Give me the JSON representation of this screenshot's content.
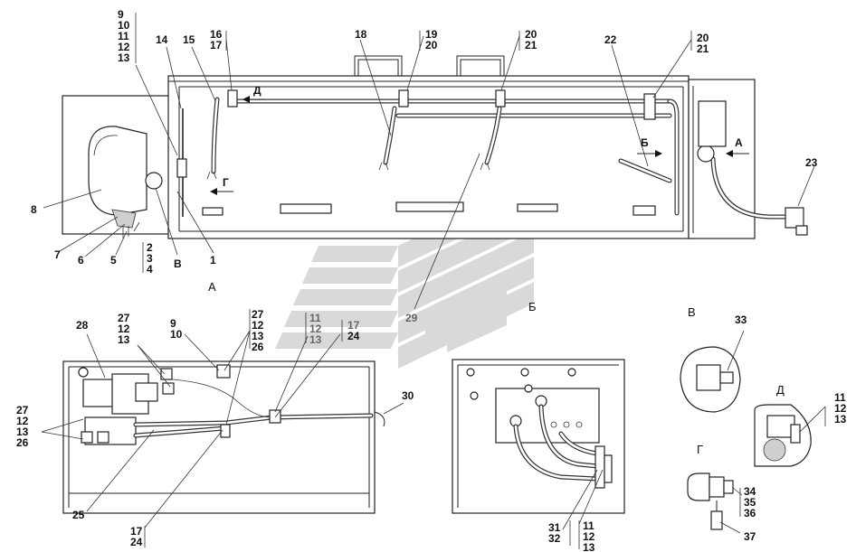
{
  "watermark": {
    "color": "#d6d6d6",
    "shape": "stacked-chevron-logo"
  },
  "views": {
    "A": "А",
    "B": "Б",
    "V": "В",
    "G": "Г",
    "D": "Д"
  },
  "arrows": {
    "D_top": "Д",
    "G_left": "Г",
    "B_right": "Б",
    "A_right": "А"
  },
  "callouts_main": [
    {
      "id": "c9_13",
      "lines": [
        "9",
        "10",
        "11",
        "12",
        "13"
      ]
    },
    {
      "id": "c14",
      "lines": [
        "14"
      ]
    },
    {
      "id": "c15",
      "lines": [
        "15"
      ]
    },
    {
      "id": "c16_17",
      "lines": [
        "16",
        "17"
      ]
    },
    {
      "id": "c18",
      "lines": [
        "18"
      ]
    },
    {
      "id": "c19_20",
      "lines": [
        "19",
        "20"
      ]
    },
    {
      "id": "c20_21a",
      "lines": [
        "20",
        "21"
      ]
    },
    {
      "id": "c22",
      "lines": [
        "22"
      ]
    },
    {
      "id": "c20_21b",
      "lines": [
        "20",
        "21"
      ]
    },
    {
      "id": "c23",
      "lines": [
        "23"
      ]
    },
    {
      "id": "c8",
      "lines": [
        "8"
      ]
    },
    {
      "id": "c7",
      "lines": [
        "7"
      ]
    },
    {
      "id": "c6",
      "lines": [
        "6"
      ]
    },
    {
      "id": "c5",
      "lines": [
        "5"
      ]
    },
    {
      "id": "c2_4",
      "lines": [
        "2",
        "3",
        "4"
      ]
    },
    {
      "id": "cV",
      "lines": [
        "В"
      ]
    },
    {
      "id": "c1",
      "lines": [
        "1"
      ]
    },
    {
      "id": "c29",
      "lines": [
        "29"
      ]
    }
  ],
  "callouts_lower": [
    {
      "id": "c28",
      "lines": [
        "28"
      ]
    },
    {
      "id": "c27_12_13",
      "lines": [
        "27",
        "12",
        "13"
      ]
    },
    {
      "id": "c9_10",
      "lines": [
        "9",
        "10"
      ]
    },
    {
      "id": "c27_12_13_26a",
      "lines": [
        "27",
        "12",
        "13",
        "26"
      ]
    },
    {
      "id": "c11_12_13a",
      "lines": [
        "11",
        "12",
        "13"
      ]
    },
    {
      "id": "c17_24a",
      "lines": [
        "17",
        "24"
      ]
    },
    {
      "id": "c27_12_13_26b",
      "lines": [
        "27",
        "12",
        "13",
        "26"
      ]
    },
    {
      "id": "c30",
      "lines": [
        "30"
      ]
    },
    {
      "id": "c25",
      "lines": [
        "25"
      ]
    },
    {
      "id": "c17_24b",
      "lines": [
        "17",
        "24"
      ]
    },
    {
      "id": "c31_32",
      "lines": [
        "31",
        "32"
      ]
    },
    {
      "id": "c11_12_13b",
      "lines": [
        "11",
        "12",
        "13"
      ]
    },
    {
      "id": "c33",
      "lines": [
        "33"
      ]
    },
    {
      "id": "c11_12_13c",
      "lines": [
        "11",
        "12",
        "13"
      ]
    },
    {
      "id": "c34_36",
      "lines": [
        "34",
        "35",
        "36"
      ]
    },
    {
      "id": "c37",
      "lines": [
        "37"
      ]
    }
  ]
}
